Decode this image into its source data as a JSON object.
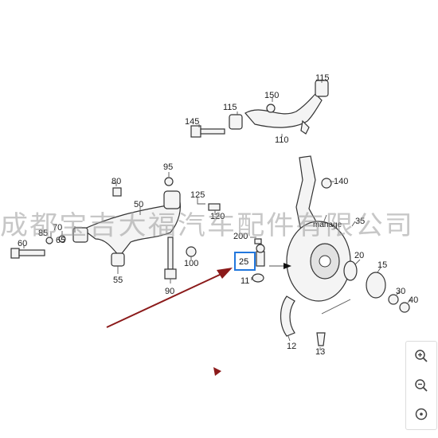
{
  "watermark": "成都宝吉大福汽车配件有限公司",
  "manage_label": "manage",
  "highlighted_part": "25",
  "parts": {
    "p115a": "115",
    "p150": "150",
    "p115b": "115",
    "p145": "145",
    "p110": "110",
    "p95": "95",
    "p80": "80",
    "p140": "140",
    "p125": "125",
    "p50": "50",
    "p120": "120",
    "p35": "35",
    "p85": "85",
    "p70": "70",
    "p200": "200",
    "p60": "60",
    "p65": "65",
    "p100": "100",
    "p25": "25",
    "p20": "20",
    "p15": "15",
    "p55": "55",
    "p11": "11",
    "p90": "90",
    "p30": "30",
    "p40": "40",
    "p12": "12",
    "p13": "13"
  },
  "zoom": {
    "zoom_in_icon": "zoom-in-icon",
    "zoom_out_icon": "zoom-out-icon",
    "reset_icon": "reset-icon"
  },
  "colors": {
    "highlight": "#2277dd",
    "arrow": "#8b1a1a"
  }
}
